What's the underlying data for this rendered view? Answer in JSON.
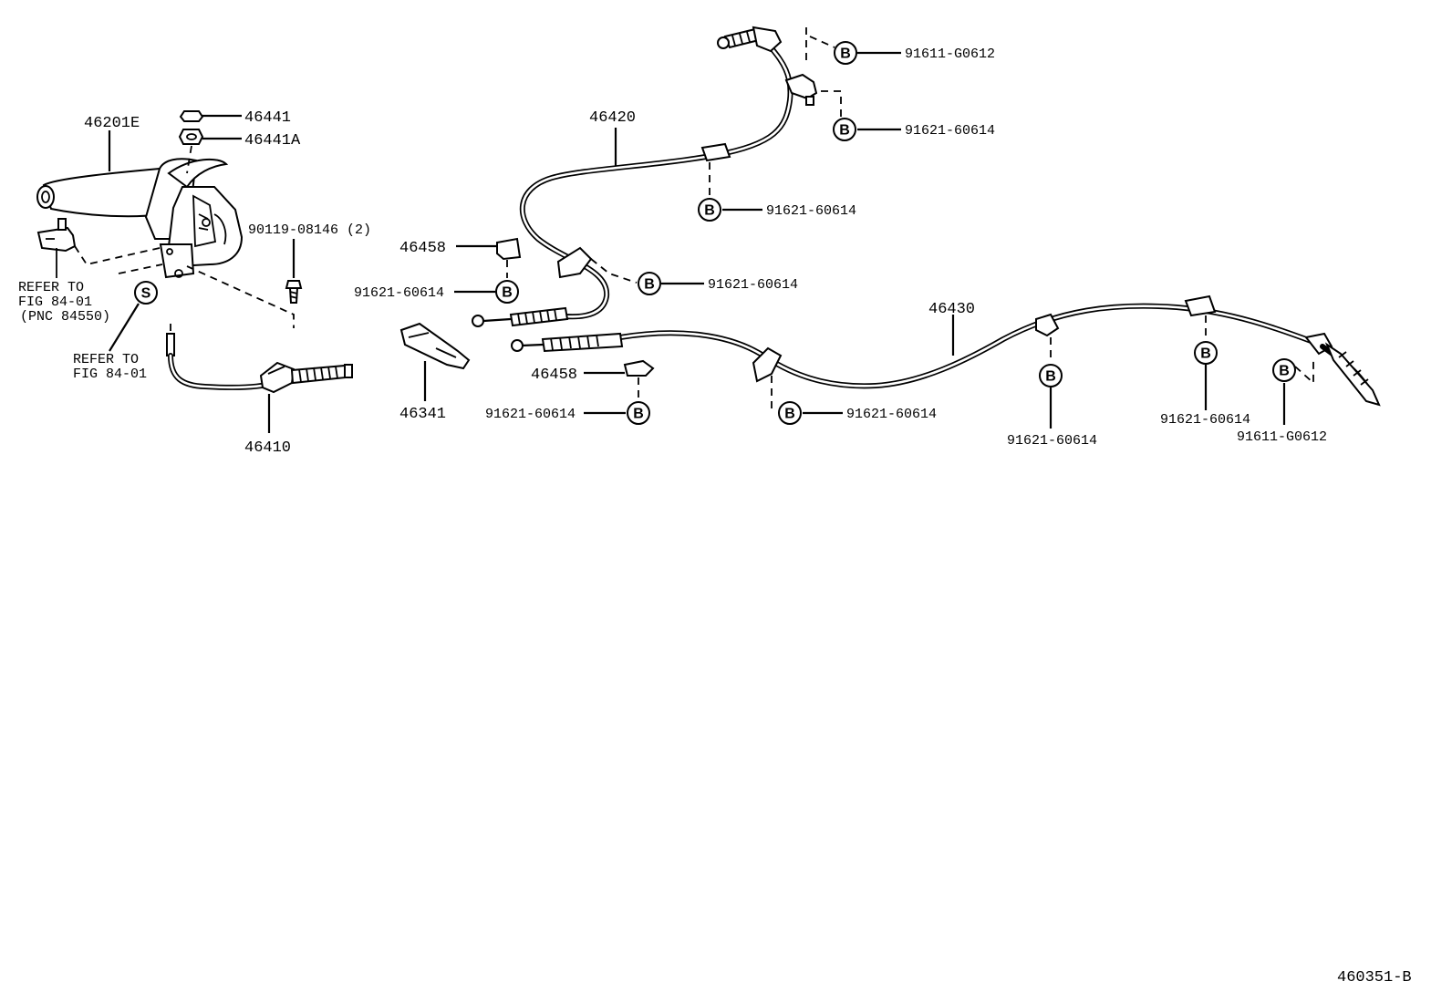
{
  "parts": {
    "lever": "46201E",
    "nut": "46441",
    "nut_a": "46441A",
    "bolt": "90119-08146 (2)",
    "front_cable": "46410",
    "cable_rh": "46420",
    "cable_lh": "46430",
    "bracket_clip_upper": "46458",
    "bracket_clip_lower": "46458",
    "equalizer": "46341"
  },
  "refs": {
    "refer_switch_line1": "REFER TO",
    "refer_switch_line2": "FIG 84-01",
    "refer_switch_line3": "(PNC 84550)",
    "refer_s_line1": "REFER TO",
    "refer_s_line2": "FIG 84-01"
  },
  "markers": {
    "b": "B",
    "s": "S"
  },
  "bolts": {
    "rh_top": "91611-G0612",
    "rh_upper": "91621-60614",
    "rh_mid": "91621-60614",
    "rh_right": "91621-60614",
    "clip_upper": "91621-60614",
    "clip_lower": "91621-60614",
    "lh_clamp1": "91621-60614",
    "lh_clamp2": "91621-60614",
    "lh_clamp3": "91621-60614",
    "lh_end": "91611-G0612"
  },
  "figure_id": "460351-B"
}
